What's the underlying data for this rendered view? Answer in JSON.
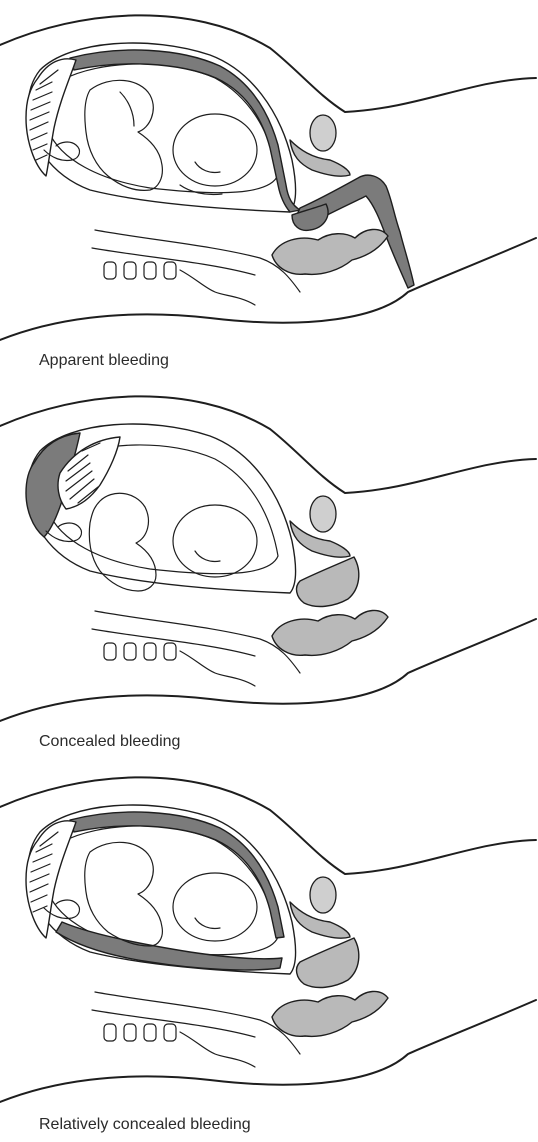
{
  "panels": [
    {
      "caption": "Apparent bleeding"
    },
    {
      "caption": "Concealed bleeding"
    },
    {
      "caption": "Relatively concealed bleeding"
    }
  ],
  "colors": {
    "blood_dark": "#7b7b7b",
    "tissue_grey": "#b9b9b9",
    "line": "#1e1e1e"
  },
  "icons": [
    "fetus-illustration",
    "placenta",
    "uterus",
    "spine",
    "bladder"
  ]
}
